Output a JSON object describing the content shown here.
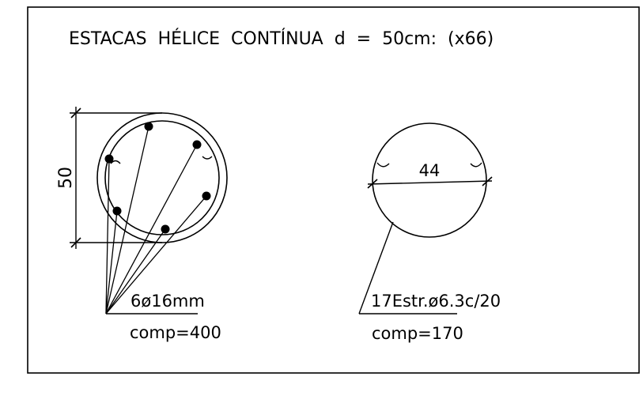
{
  "title": "ESTACAS  HÉLICE  CONTÍNUA  d  =  50cm:  (x66)",
  "pile_section": {
    "dimension_label": "50",
    "bar_spec": "6ø16mm",
    "bar_length": "comp=400",
    "bar_count": 6
  },
  "stirrup_detail": {
    "width_label": "44",
    "stirrup_spec": "17Estr.ø6.3c/20",
    "stirrup_length": "comp=170"
  },
  "colors": {
    "line": "#000000",
    "background": "#ffffff"
  }
}
